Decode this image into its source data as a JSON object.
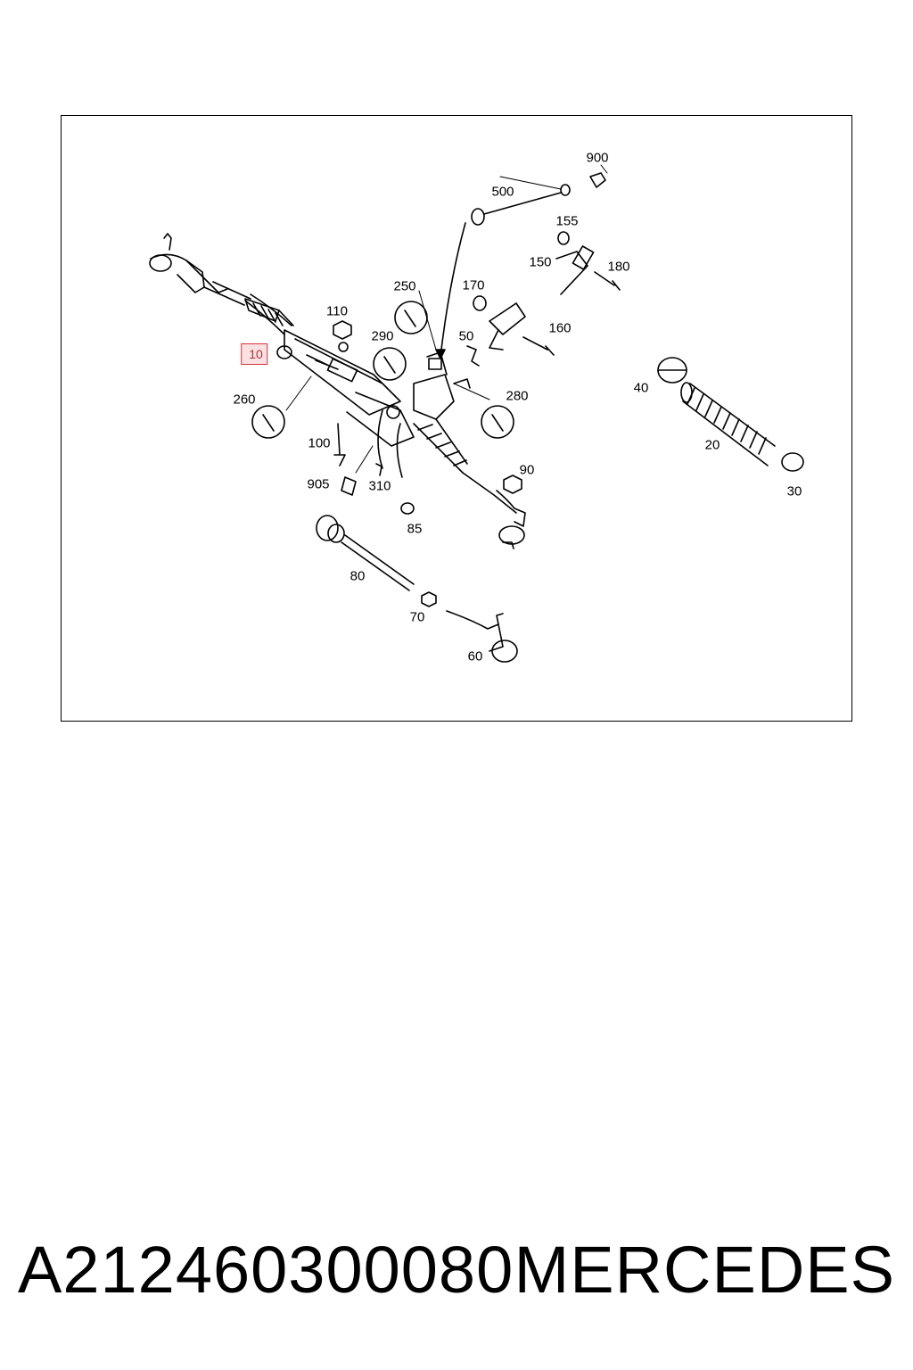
{
  "diagram": {
    "callouts": [
      {
        "id": "900",
        "label": "900"
      },
      {
        "id": "500",
        "label": "500"
      },
      {
        "id": "155",
        "label": "155"
      },
      {
        "id": "150",
        "label": "150"
      },
      {
        "id": "180",
        "label": "180"
      },
      {
        "id": "250",
        "label": "250"
      },
      {
        "id": "170",
        "label": "170"
      },
      {
        "id": "110",
        "label": "110"
      },
      {
        "id": "290",
        "label": "290"
      },
      {
        "id": "50",
        "label": "50"
      },
      {
        "id": "160",
        "label": "160"
      },
      {
        "id": "10",
        "label": "10",
        "highlighted": true
      },
      {
        "id": "280",
        "label": "280"
      },
      {
        "id": "40",
        "label": "40"
      },
      {
        "id": "260",
        "label": "260"
      },
      {
        "id": "20",
        "label": "20"
      },
      {
        "id": "100",
        "label": "100"
      },
      {
        "id": "90",
        "label": "90"
      },
      {
        "id": "905",
        "label": "905"
      },
      {
        "id": "310",
        "label": "310"
      },
      {
        "id": "30",
        "label": "30"
      },
      {
        "id": "85",
        "label": "85"
      },
      {
        "id": "80",
        "label": "80"
      },
      {
        "id": "70",
        "label": "70"
      },
      {
        "id": "60",
        "label": "60"
      }
    ],
    "highlight_color": "#d8333a"
  },
  "footer": {
    "part_number": "A212460300080",
    "brand": "MERCEDES"
  }
}
